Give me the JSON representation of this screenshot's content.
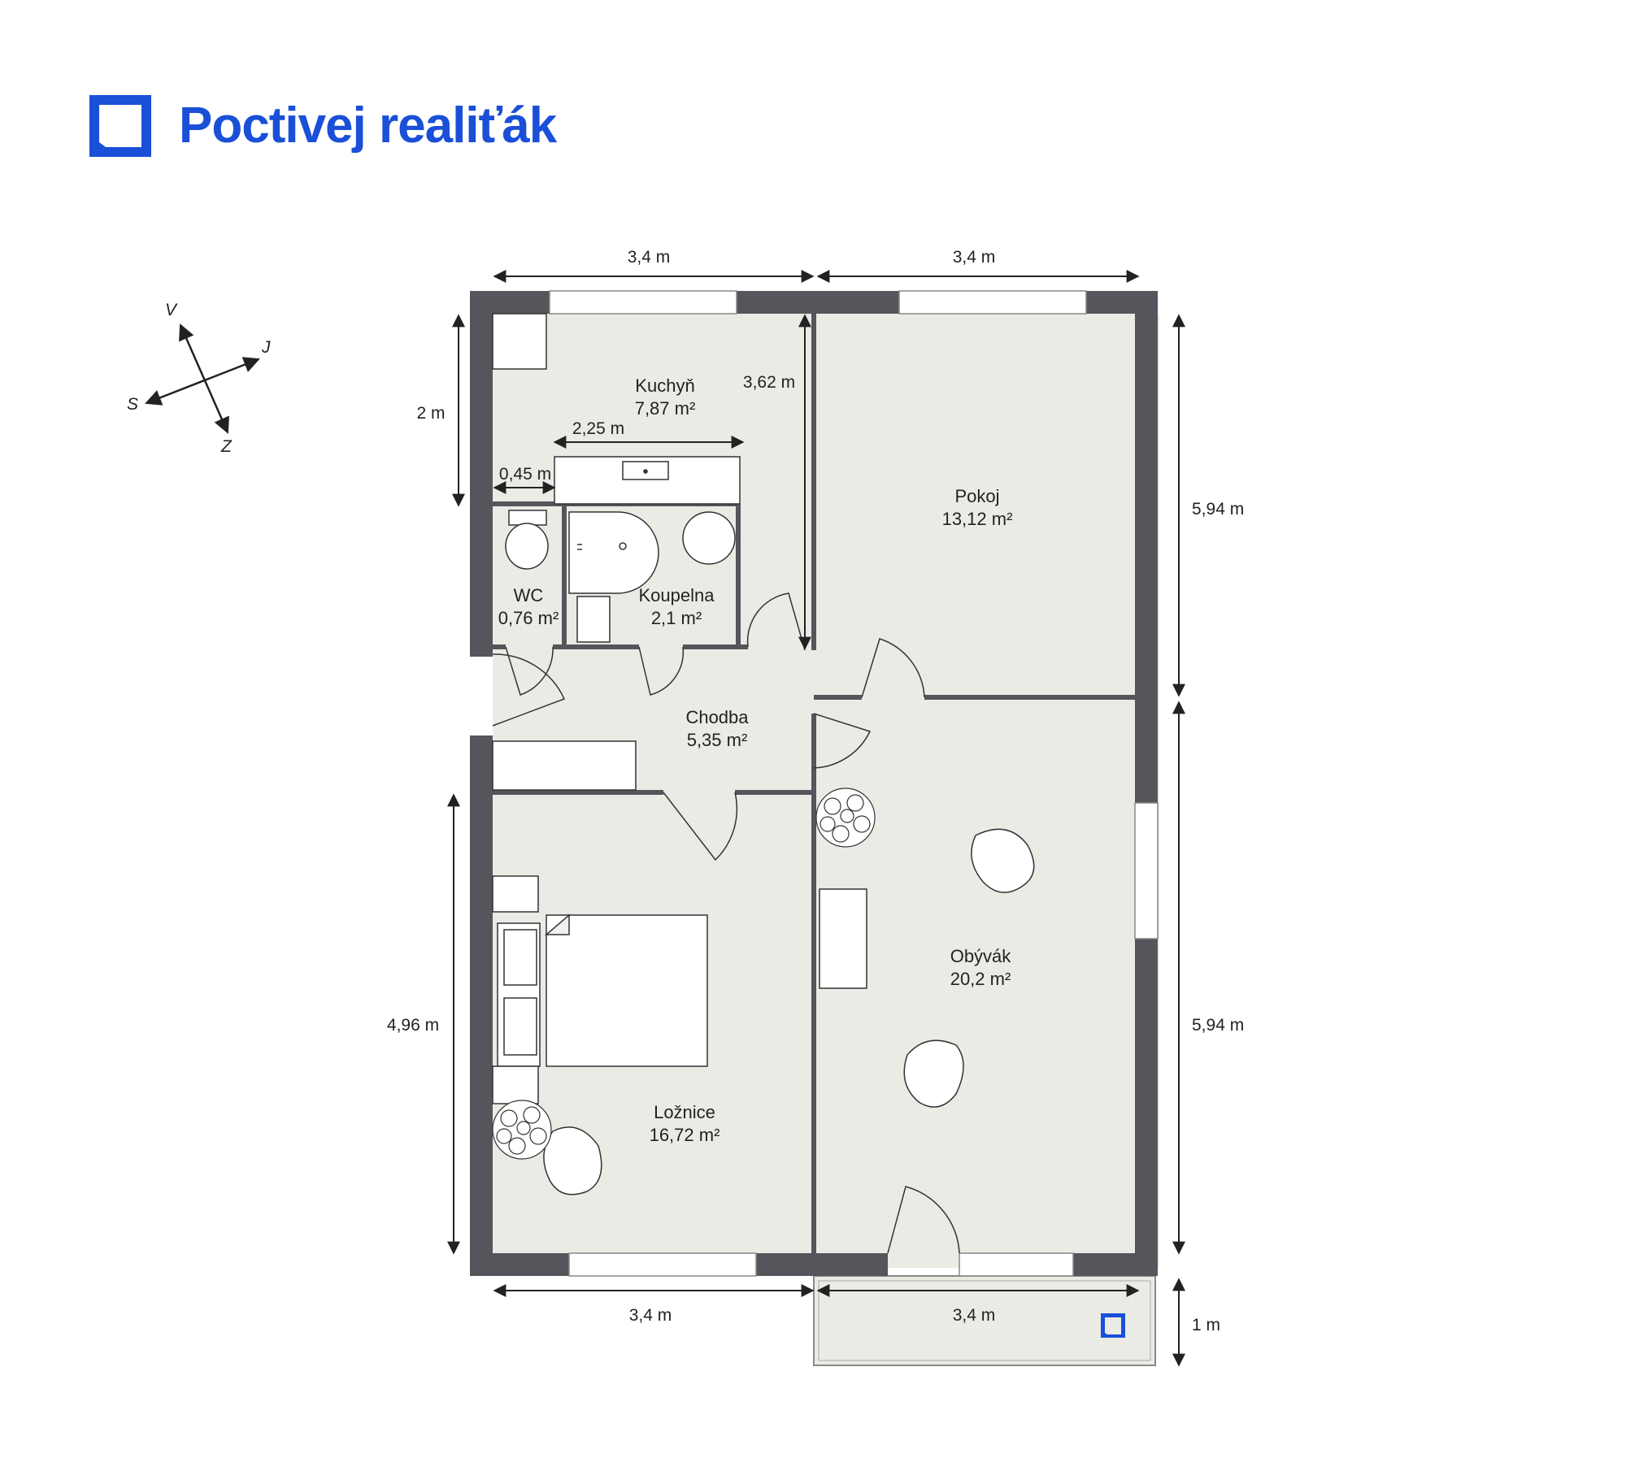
{
  "brand": {
    "name": "Poctivej realiťák",
    "accent_color": "#1a4fd8",
    "logo_icon": "speech-square-icon"
  },
  "compass": {
    "north": "V",
    "east": "J",
    "south": "Z",
    "west": "S"
  },
  "rooms": {
    "kitchen": {
      "name": "Kuchyň",
      "area": "7,87 m²"
    },
    "room": {
      "name": "Pokoj",
      "area": "13,12 m²"
    },
    "wc": {
      "name": "WC",
      "area": "0,76 m²"
    },
    "bathroom": {
      "name": "Koupelna",
      "area": "2,1 m²"
    },
    "hallway": {
      "name": "Chodba",
      "area": "5,35 m²"
    },
    "living": {
      "name": "Obývák",
      "area": "20,2 m²"
    },
    "bedroom": {
      "name": "Ložnice",
      "area": "16,72 m²"
    }
  },
  "dimensions": {
    "top_left": "3,4 m",
    "top_right": "3,4 m",
    "kitchen_depth": "3,62 m",
    "kitchen_left": "2 m",
    "counter_width": "2,25 m",
    "wc_gap": "0,45 m",
    "right_upper": "5,94 m",
    "right_lower": "5,94 m",
    "left_lower": "4,96 m",
    "bottom_left": "3,4 m",
    "bottom_right": "3,4 m",
    "balcony_depth": "1 m"
  },
  "colors": {
    "wall": "#55565b",
    "floor": "#ebebe6",
    "furniture": "#ffffff",
    "line": "#222222"
  }
}
